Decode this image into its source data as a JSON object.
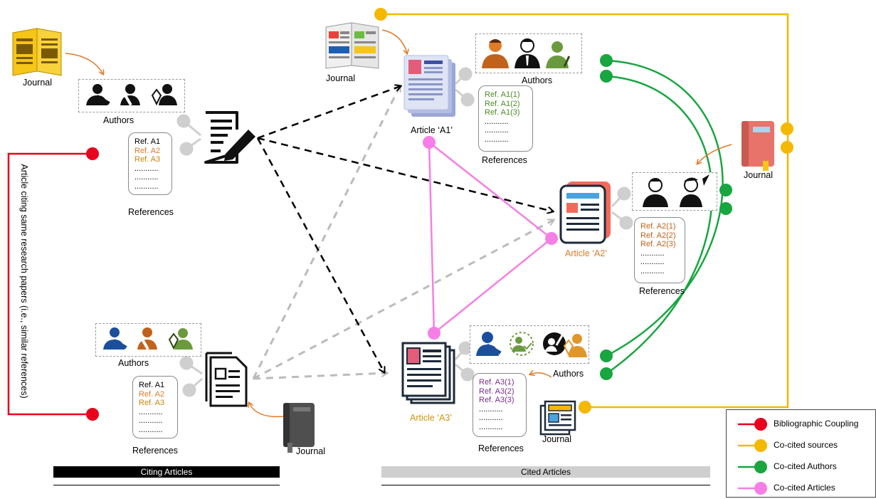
{
  "labels": {
    "journal": "Journal",
    "authors": "Authors",
    "references": "References",
    "article_a1": "Article ‘A1’",
    "article_a2": "Article ‘A2’",
    "article_a3": "Article ‘A3’",
    "side_note": "Article citing same research papers (i.e., similar references)",
    "citing_bar": "Citing Articles",
    "cited_bar": "Cited  Articles"
  },
  "citing_top_refs": [
    "Ref. A1",
    "Ref. A2",
    "Ref. A3",
    "...........",
    "...........",
    "..........."
  ],
  "citing_bottom_refs": [
    "Ref. A1",
    "Ref. A2",
    "Ref. A3",
    "...........",
    "...........",
    "..........."
  ],
  "a1_refs": [
    "Ref. A1(1)",
    "Ref. A1(2)",
    "Ref. A1(3)",
    "...........",
    "...........",
    "..........."
  ],
  "a2_refs": [
    "Ref. A2(1)",
    "Ref. A2(2)",
    "Ref. A2(3)",
    "...........",
    "...........",
    "..........."
  ],
  "a3_refs": [
    "Ref. A3(1)",
    "Ref. A3(2)",
    "Ref. A3(3)",
    "...........",
    "...........",
    "..........."
  ],
  "legend": [
    {
      "label": "Bibliographic Coupling",
      "color": "#e8001c"
    },
    {
      "label": "Co-cited sources",
      "color": "#f5b800"
    },
    {
      "label": "Co-cited Authors",
      "color": "#17a640"
    },
    {
      "label": "Co-cited Articles",
      "color": "#f57fe6"
    }
  ],
  "colors": {
    "a1_refs": "#4f8a2a",
    "a2_refs": "#c0621c",
    "a3_refs": "#7a2e8c",
    "ref_a2": "#e07b28",
    "ref_a3": "#c8860c",
    "article_a2_label": "#e07b28",
    "article_a3_label": "#c8960c"
  }
}
